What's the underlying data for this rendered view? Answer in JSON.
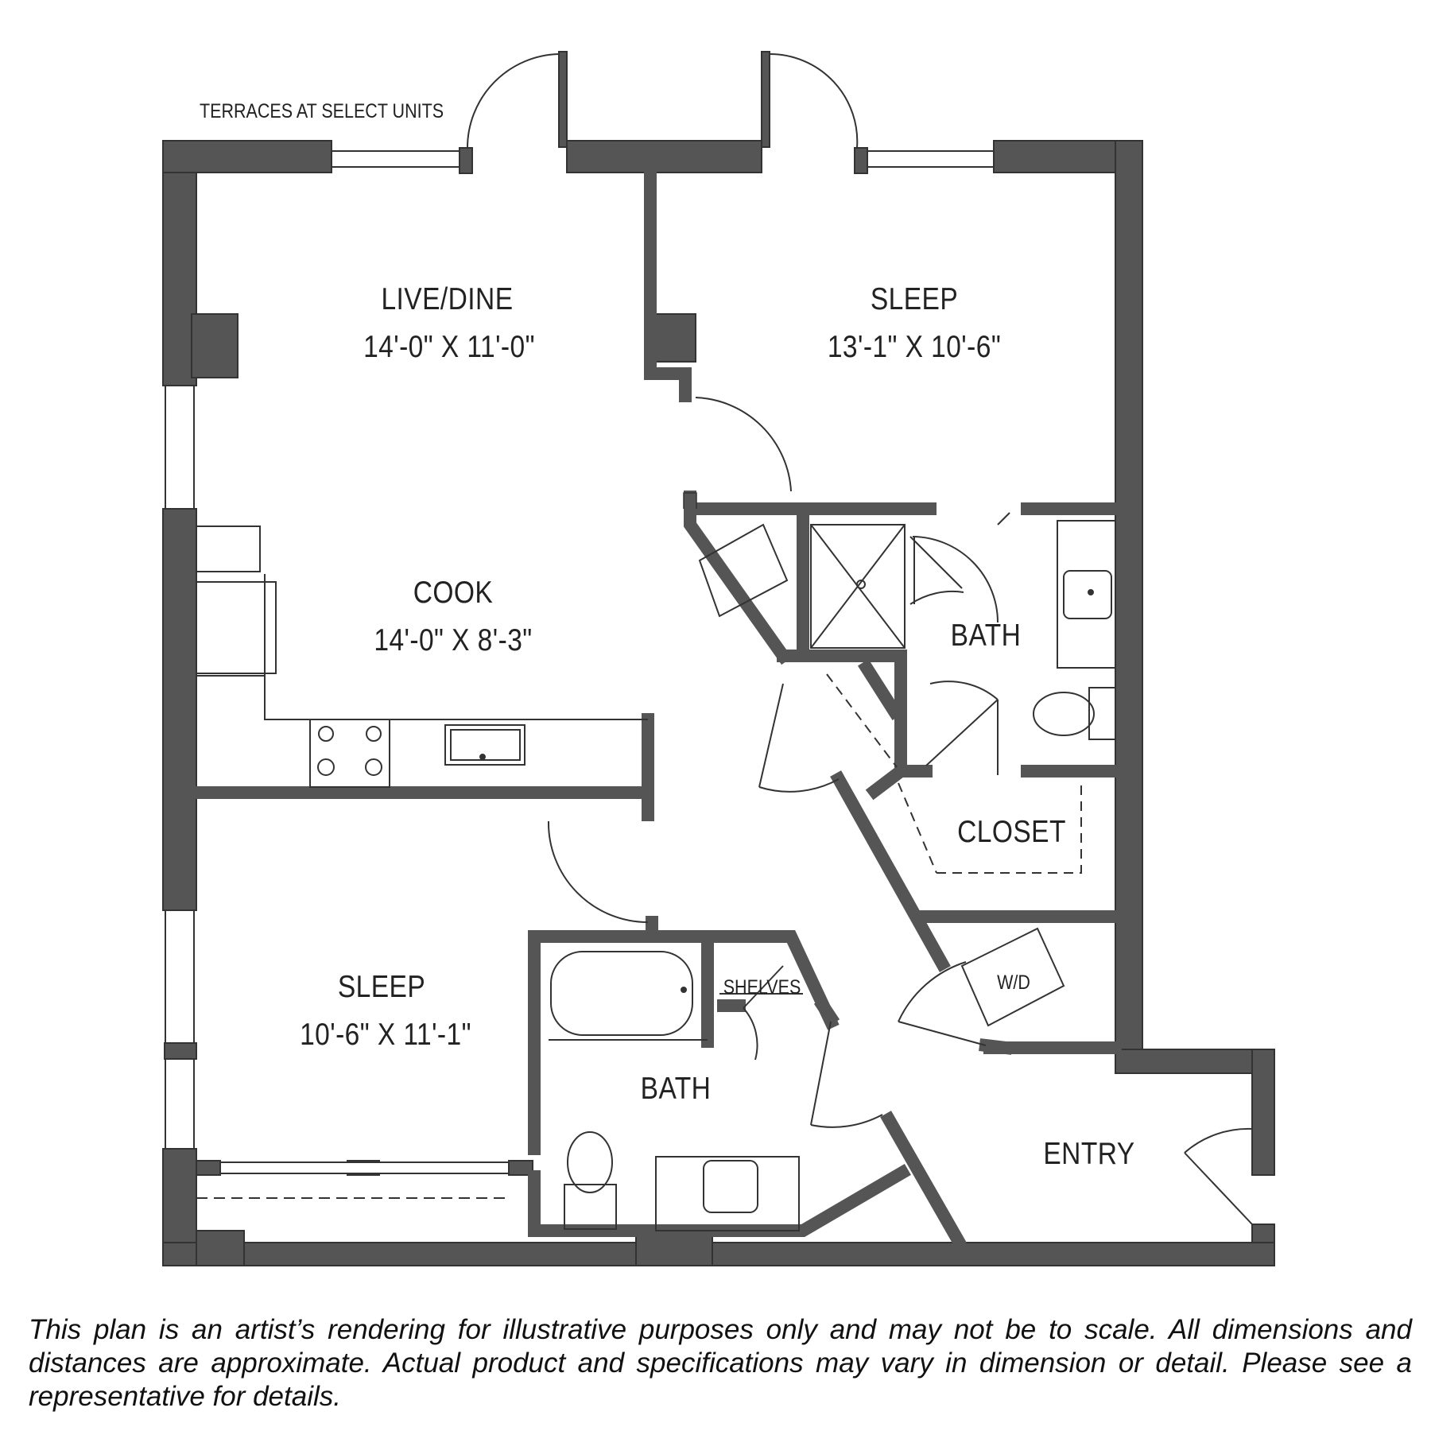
{
  "note": "TERRACES AT SELECT UNITS",
  "rooms": {
    "live_dine": {
      "name": "LIVE/DINE",
      "dim": "14'-0\" X 11'-0\""
    },
    "sleep_1": {
      "name": "SLEEP",
      "dim": "13'-1\" X 10'-6\""
    },
    "cook": {
      "name": "COOK",
      "dim": "14'-0\" X 8'-3\""
    },
    "bath_1": {
      "name": "BATH"
    },
    "closet": {
      "name": "CLOSET"
    },
    "sleep_2": {
      "name": "SLEEP",
      "dim": "10'-6\" X 11'-1\""
    },
    "bath_2": {
      "name": "BATH"
    },
    "entry": {
      "name": "ENTRY"
    }
  },
  "fixtures": {
    "wd": "W/D",
    "shelves": "SHELVES"
  },
  "disclaimer": "This plan is an artist’s rendering for illustrative purposes only and may not be to scale. All dimensions and distances are approximate. Actual product and specifications may vary in dimension or detail. Please see a representative for details.",
  "colors": {
    "wall": "#555555",
    "line": "#333333",
    "text": "#222222"
  }
}
